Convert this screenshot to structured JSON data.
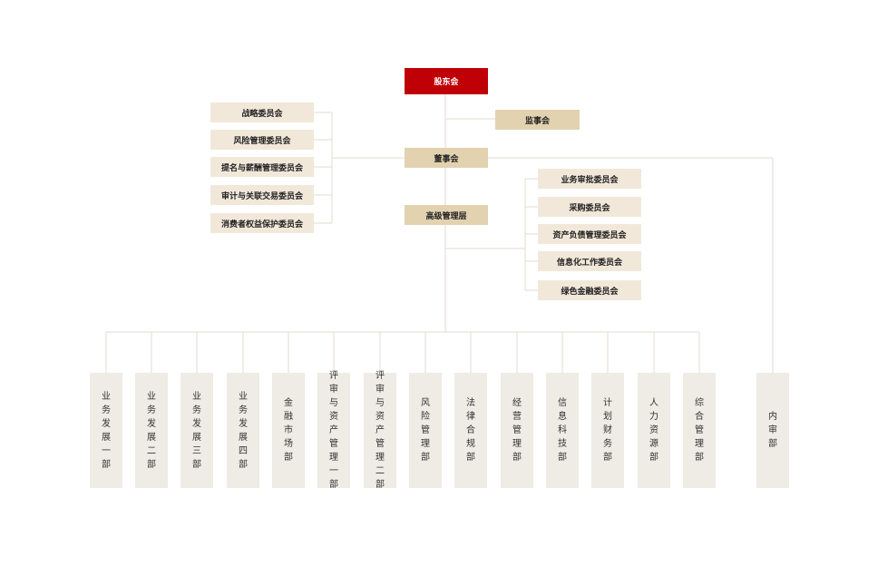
{
  "colors": {
    "top": "#c00007",
    "mid": "#e2d2b0",
    "committee": "#f2e8da",
    "dept": "#efebe5",
    "line": "#e3dbcf"
  },
  "shareholders": "股东会",
  "supervisors": "监事会",
  "board": "董事会",
  "senior_management": "高级管理层",
  "board_committees": [
    "战略委员会",
    "风险管理委员会",
    "提名与薪酬管理委员会",
    "审计与关联交易委员会",
    "消费者权益保护委员会"
  ],
  "management_committees": [
    "业务审批委员会",
    "采购委员会",
    "资产负债管理委员会",
    "信息化工作委员会",
    "绿色金融委员会"
  ],
  "departments": [
    "业务发展一部",
    "业务发展二部",
    "业务发展三部",
    "业务发展四部",
    "金融市场部",
    "评审与资产管理一部",
    "评审与资产管理二部",
    "风险管理部",
    "法律合规部",
    "经营管理部",
    "信息科技部",
    "计划财务部",
    "人力资源部",
    "综合管理部"
  ],
  "internal_audit": "内审部"
}
